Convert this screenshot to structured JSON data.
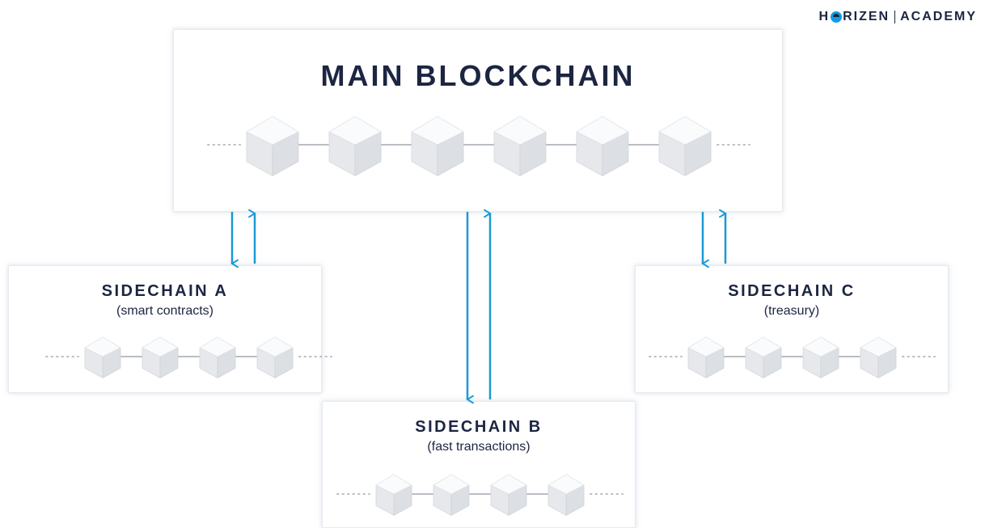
{
  "brand": {
    "part1": "H",
    "part2": "RIZEN",
    "part3": "ACADEMY"
  },
  "main": {
    "title": "MAIN BLOCKCHAIN",
    "blocks": 6
  },
  "sidechains": [
    {
      "title": "SIDECHAIN A",
      "subtitle": "(smart contracts)",
      "blocks": 4
    },
    {
      "title": "SIDECHAIN B",
      "subtitle": "(fast transactions)",
      "blocks": 4
    },
    {
      "title": "SIDECHAIN C",
      "subtitle": "(treasury)",
      "blocks": 4
    }
  ],
  "colors": {
    "arrow": "#1a9ad6",
    "title": "#1c2541",
    "block_top": "#fafbfc",
    "block_side": "#dcdfe4",
    "link": "#b9bdc4"
  }
}
